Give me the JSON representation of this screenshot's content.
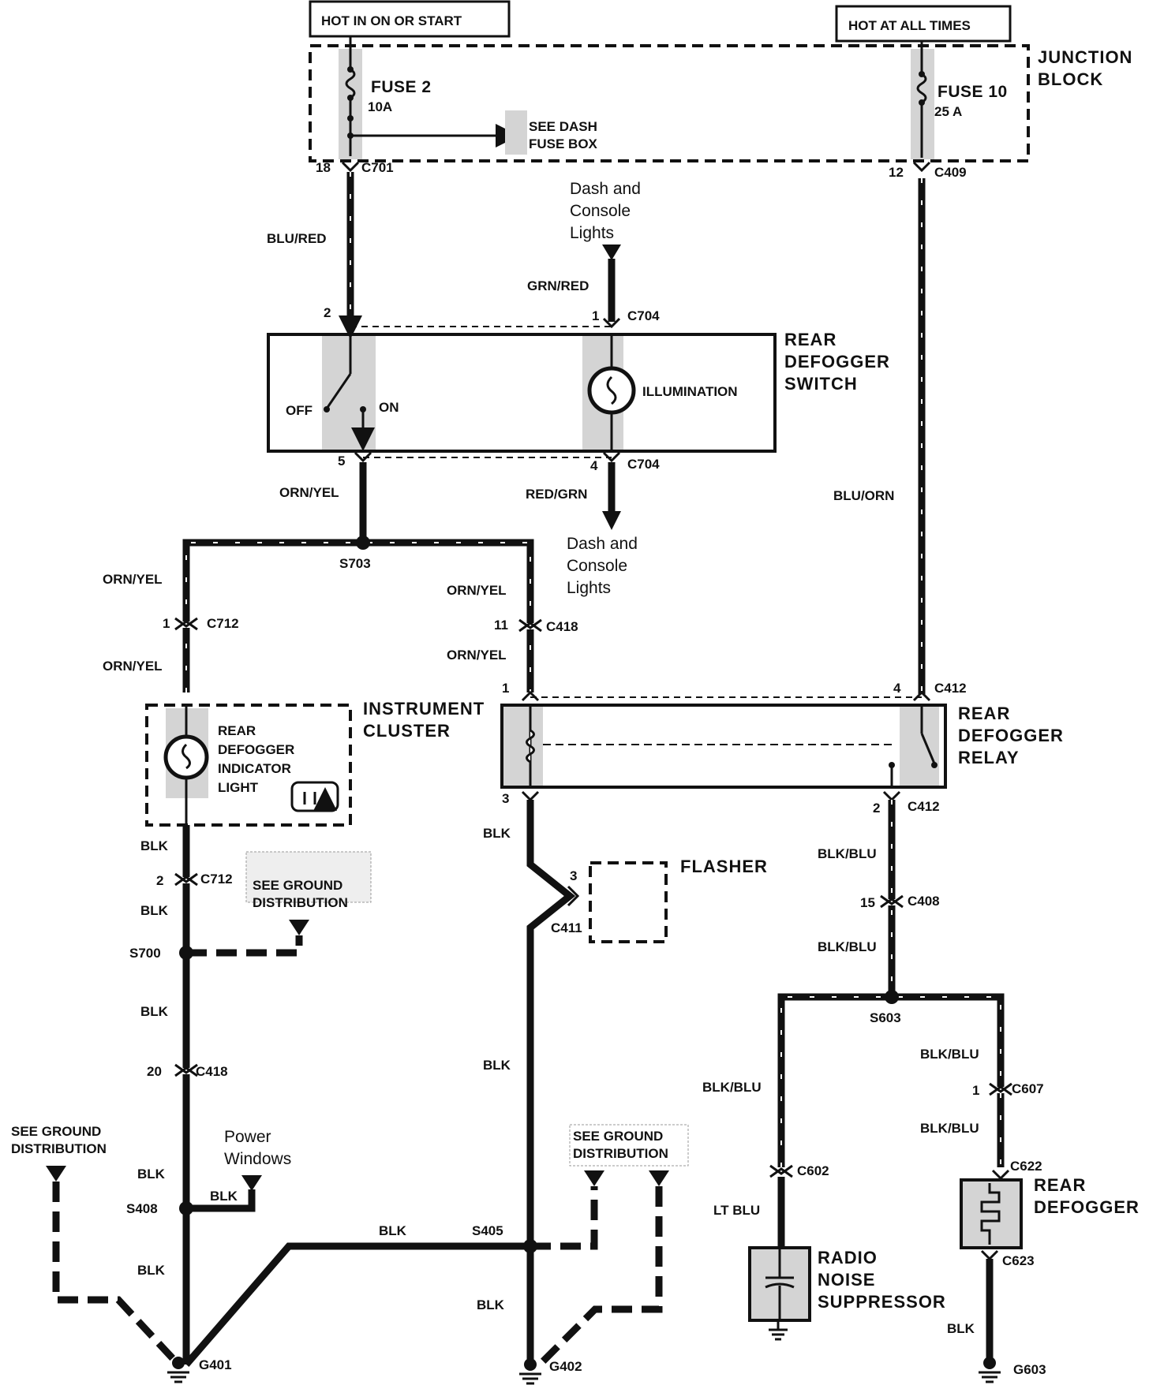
{
  "power": {
    "hot_run": "HOT IN ON OR START",
    "hot_always": "HOT AT ALL TIMES"
  },
  "junction_block": {
    "title_1": "JUNCTION",
    "title_2": "BLOCK",
    "fuse2_name": "FUSE 2",
    "fuse2_rating": "10A",
    "fuse10_name": "FUSE 10",
    "fuse10_rating": "25 A",
    "see_dash_1": "SEE DASH",
    "see_dash_2": "FUSE BOX"
  },
  "connectors": {
    "c701": "C701",
    "c701_pin": "18",
    "c409": "C409",
    "c409_pin": "12",
    "c704": "C704",
    "c704_pin1": "1",
    "c704_pin4": "4",
    "sw_pin2": "2",
    "sw_pin5": "5",
    "c712": "C712",
    "c712_pin1": "1",
    "c712_pin2": "2",
    "c418": "C418",
    "c418_pin11": "11",
    "c418_pin20": "20",
    "c412": "C412",
    "c412_pin1": "1",
    "c412_pin3": "3",
    "c412_pin4": "4",
    "c412_pin2": "2",
    "c411": "C411",
    "c411_pin": "3",
    "c408": "C408",
    "c408_pin": "15",
    "c607": "C607",
    "c607_pin": "1",
    "c602": "C602",
    "c622": "C622",
    "c623": "C623"
  },
  "splices": {
    "s703": "S703",
    "s700": "S700",
    "s408": "S408",
    "s405": "S405",
    "s603": "S603"
  },
  "grounds": {
    "g401": "G401",
    "g402": "G402",
    "g603": "G603"
  },
  "wires": {
    "blu_red": "BLU/RED",
    "grn_red": "GRN/RED",
    "red_grn": "RED/GRN",
    "orn_yel": "ORN/YEL",
    "blu_orn": "BLU/ORN",
    "blk": "BLK",
    "blk_blu": "BLK/BLU",
    "lt_blu": "LT BLU"
  },
  "dash_lights": {
    "line1": "Dash and",
    "line2": "Console",
    "line3": "Lights"
  },
  "switch": {
    "title_1": "REAR",
    "title_2": "DEFOGGER",
    "title_3": "SWITCH",
    "off": "OFF",
    "on": "ON",
    "illumination": "ILLUMINATION"
  },
  "cluster": {
    "title_1": "INSTRUMENT",
    "title_2": "CLUSTER",
    "ind_1": "REAR",
    "ind_2": "DEFOGGER",
    "ind_3": "INDICATOR",
    "ind_4": "LIGHT"
  },
  "relay": {
    "title_1": "REAR",
    "title_2": "DEFOGGER",
    "title_3": "RELAY"
  },
  "flasher": {
    "title": "FLASHER"
  },
  "ground_dist": {
    "line1": "SEE GROUND",
    "line2": "DISTRIBUTION"
  },
  "power_windows": {
    "line1": "Power",
    "line2": "Windows"
  },
  "suppressor": {
    "title_1": "RADIO",
    "title_2": "NOISE",
    "title_3": "SUPPRESSOR"
  },
  "defogger": {
    "title_1": "REAR",
    "title_2": "DEFOGGER"
  }
}
